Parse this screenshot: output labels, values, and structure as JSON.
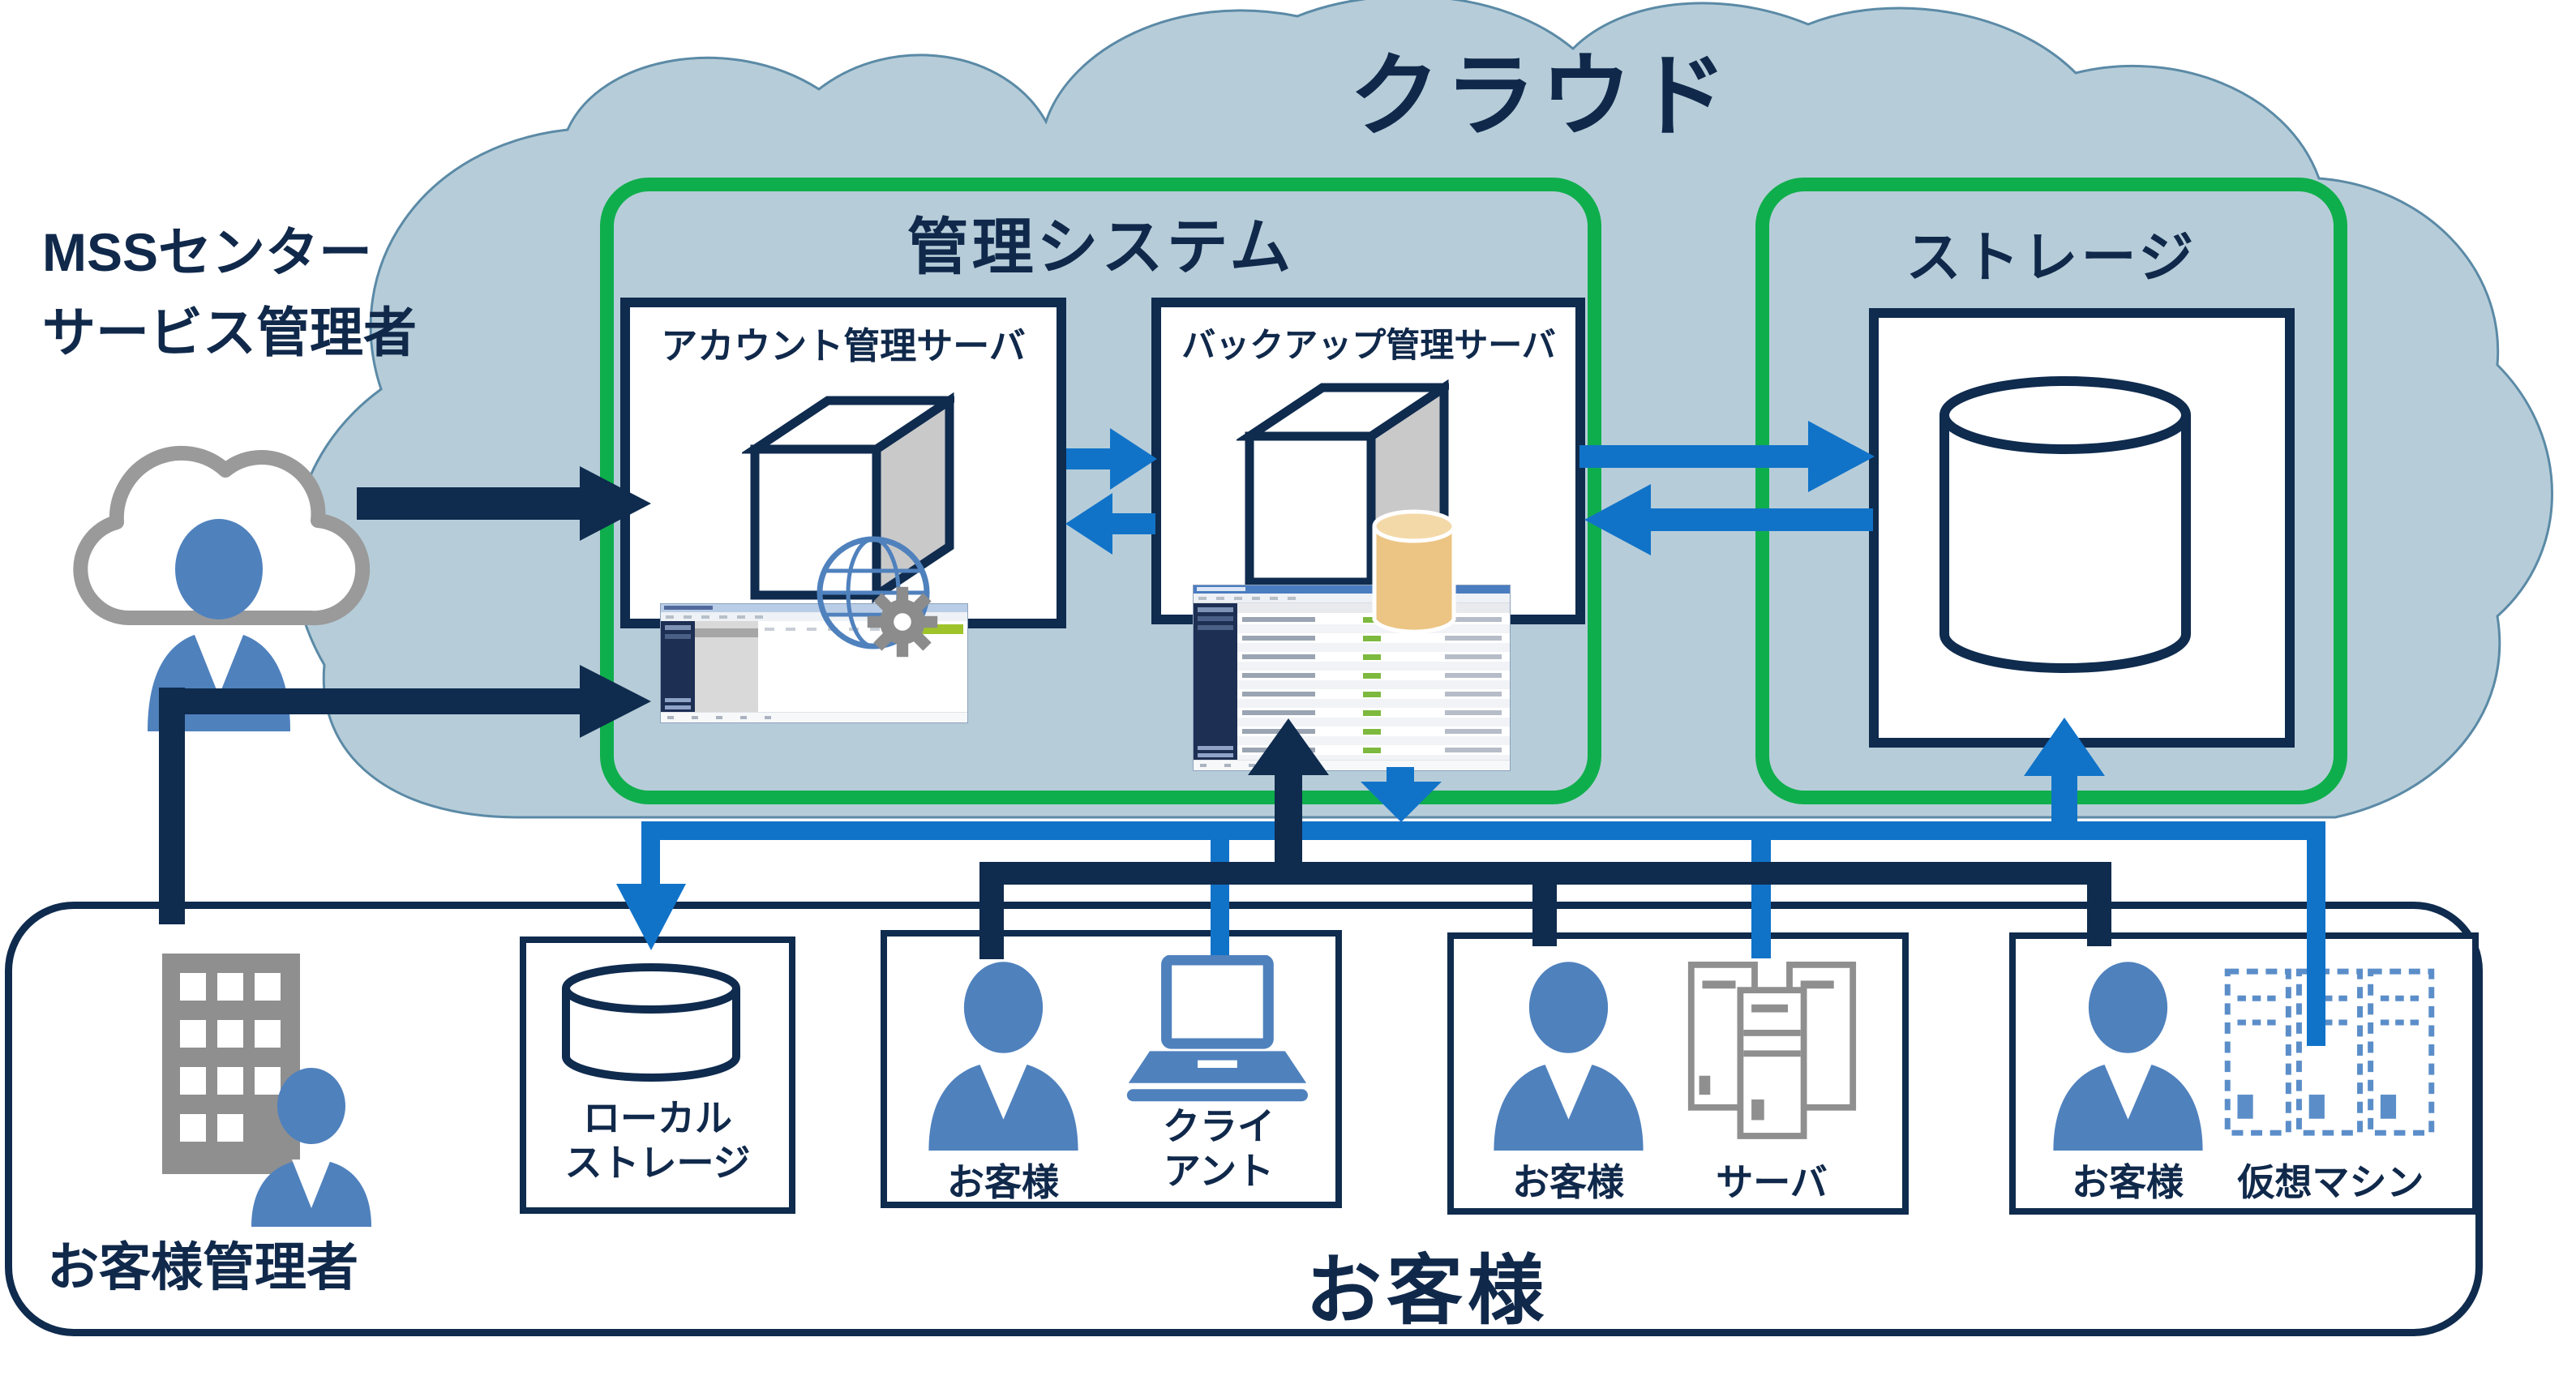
{
  "colors": {
    "navy": "#0f2b4e",
    "accent_blue": "#1173c8",
    "green": "#0fae4c",
    "cloud_fill": "#b6cdd9",
    "cloud_stroke": "#5b8aa6",
    "person_blue": "#4f81bd",
    "icon_gray": "#8f8f8f",
    "db_orange": "#ecc584",
    "app_green_button": "#9fc32a"
  },
  "cloud": {
    "title": "クラウド"
  },
  "mss_admin": {
    "label_line1": "MSSセンター",
    "label_line2": "サービス管理者",
    "icon": "cloud-user-icon"
  },
  "management_system": {
    "label": "管理システム",
    "account_server": {
      "label": "アカウント管理サーバ",
      "icons": [
        "server-3d-box-icon",
        "globe-icon",
        "gear-icon",
        "admin-app-screenshot"
      ]
    },
    "backup_server": {
      "label": "バックアップ管理サーバ",
      "icons": [
        "server-3d-box-icon",
        "database-cylinder-orange-icon",
        "backup-app-screenshot"
      ]
    }
  },
  "cloud_storage": {
    "label": "ストレージ",
    "icon": "database-cylinder-icon"
  },
  "customer_area": {
    "label": "お客様",
    "admin_label": "お客様管理者",
    "admin_icon": "building-user-icon",
    "local_storage": {
      "label_line1": "ローカル",
      "label_line2": "ストレージ",
      "icon": "database-cylinder-icon"
    },
    "client_group": {
      "person_label": "お客様",
      "person_icon": "user-icon",
      "device_label_line1": "クライ",
      "device_label_line2": "アント",
      "device_icon": "laptop-icon"
    },
    "server_group": {
      "person_label": "お客様",
      "person_icon": "user-icon",
      "device_label": "サーバ",
      "device_icon": "server-towers-icon"
    },
    "vm_group": {
      "person_label": "お客様",
      "person_icon": "user-icon",
      "device_label": "仮想マシン",
      "device_icon": "virtual-machines-dashed-icon"
    }
  }
}
